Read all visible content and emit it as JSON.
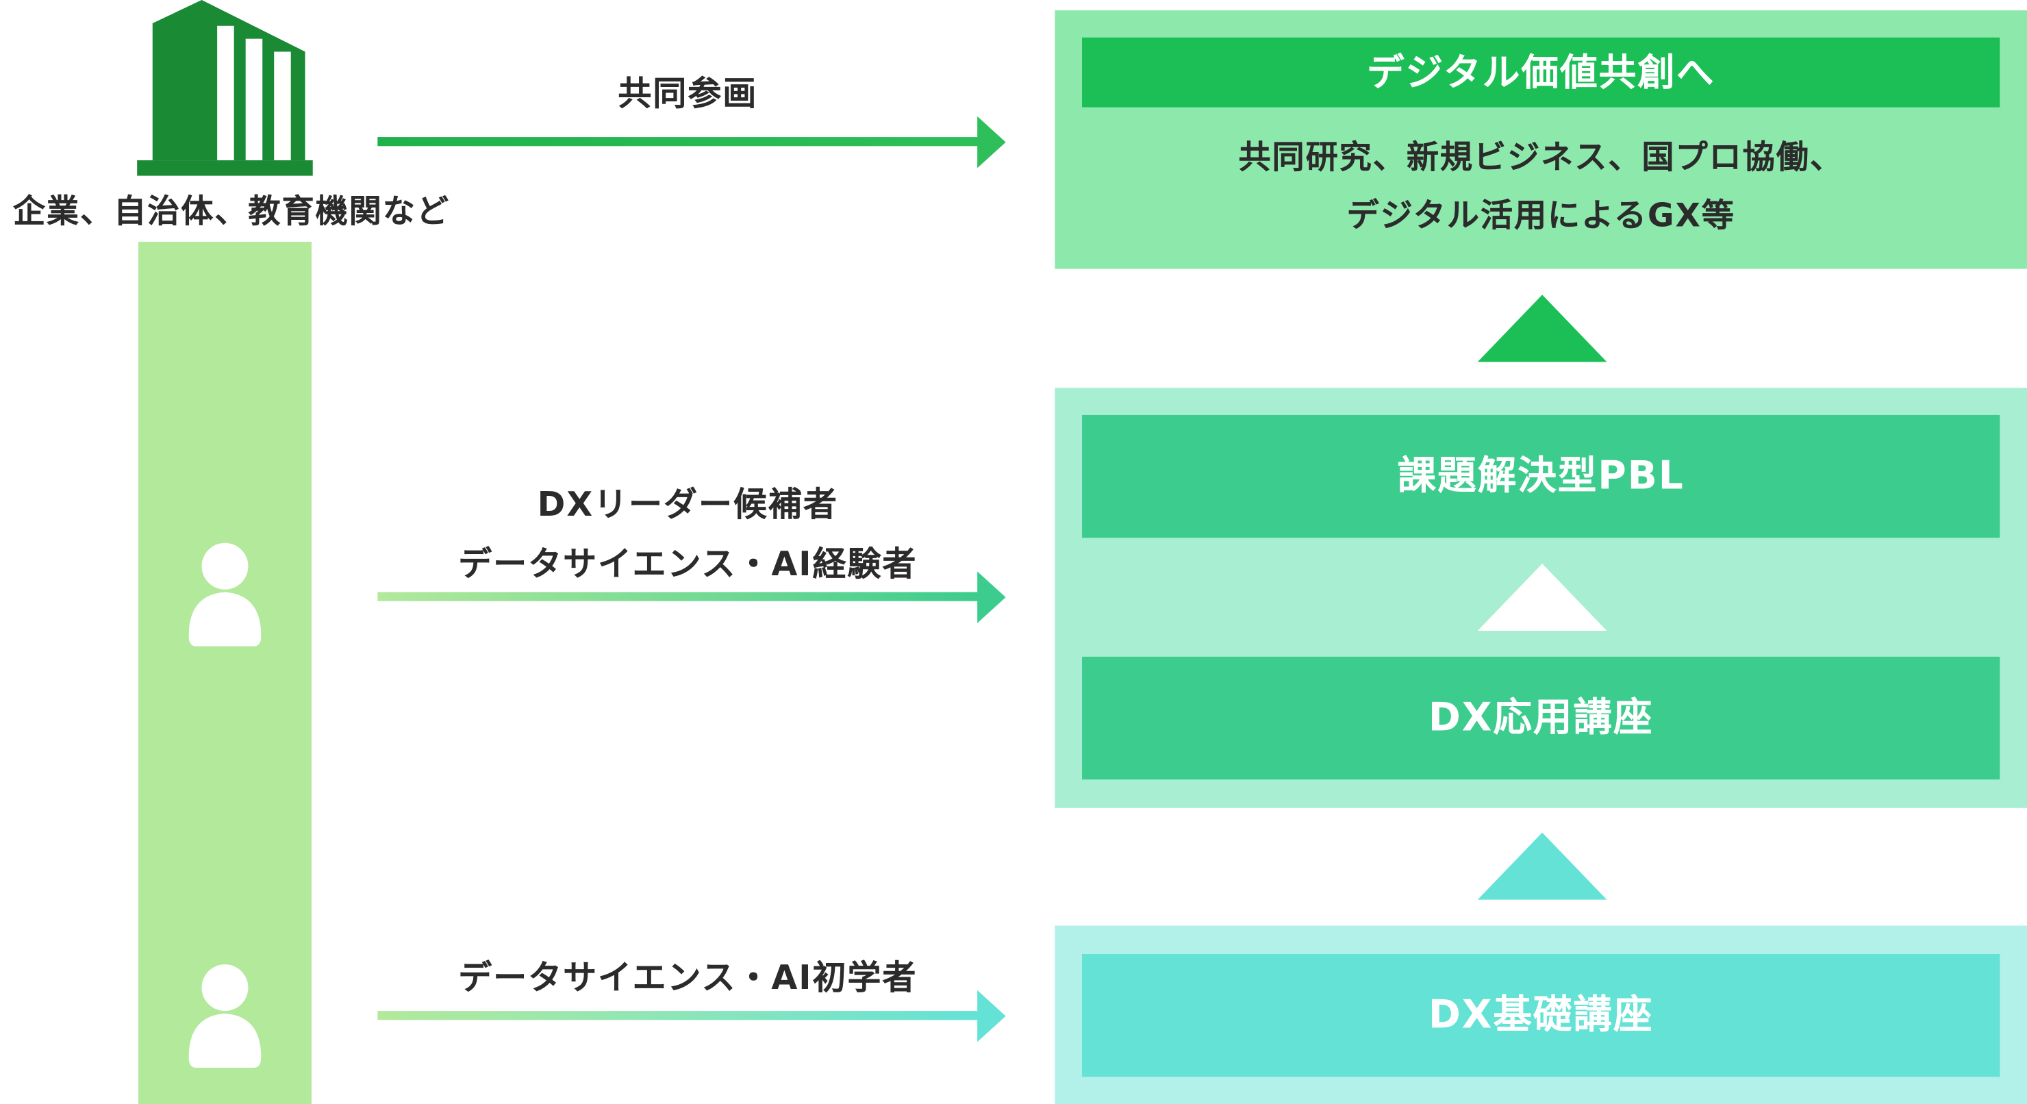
{
  "left": {
    "org_label": "企業、自治体、教育機関など",
    "building_icon": "building-icon",
    "person_icon": "person-icon"
  },
  "arrows": {
    "top_label": "共同参画",
    "mid_label_line1": "DXリーダー候補者",
    "mid_label_line2": "データサイエンス・AI経験者",
    "bottom_label": "データサイエンス・AI初学者"
  },
  "goal": {
    "title": "デジタル価値共創へ",
    "desc_line1": "共同研究、新規ビジネス、国プロ協働、",
    "desc_line2": "デジタル活用によるGX等"
  },
  "courses": {
    "pbl": "課題解決型PBL",
    "advanced": "DX応用講座",
    "basic": "DX基礎講座"
  },
  "colors": {
    "dark_green": "#1a8a35",
    "goal_bar": "#1bbf55",
    "goal_panel": "#8de9ab",
    "mid_panel": "#a8eed2",
    "course_green": "#3ccc8e",
    "base_panel": "#b2f1e9",
    "course_teal": "#64e2d6",
    "people_column": "#b3e99b"
  }
}
